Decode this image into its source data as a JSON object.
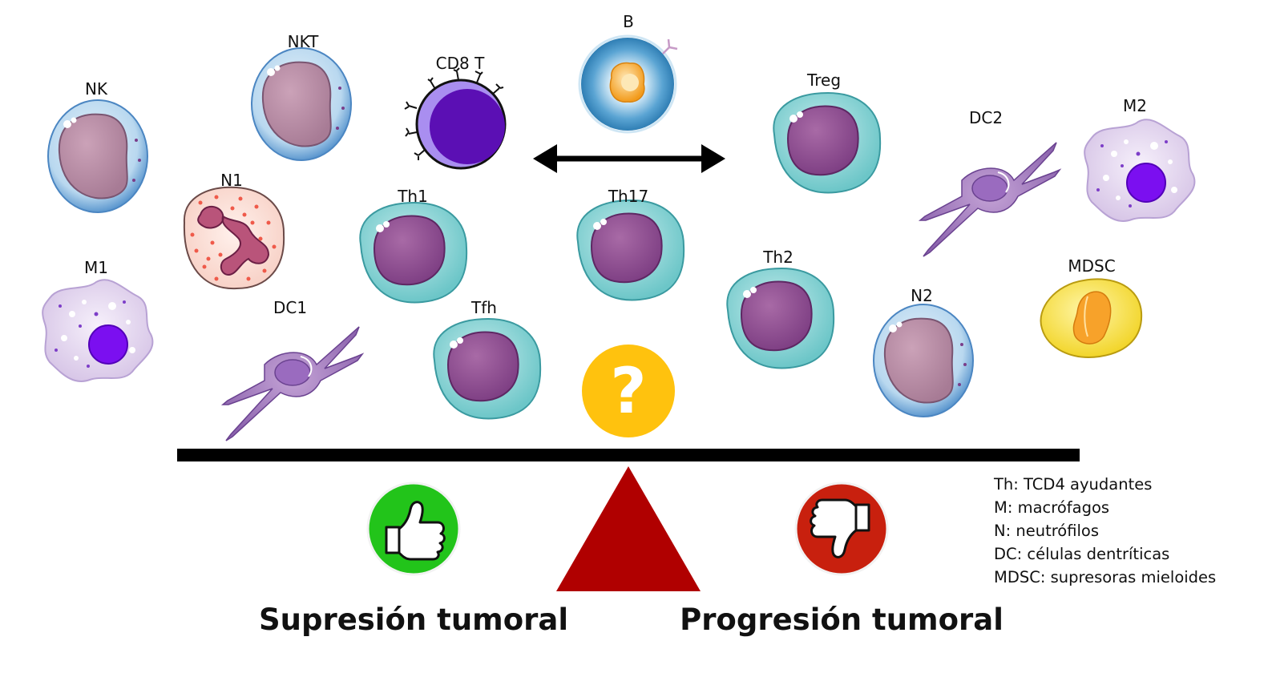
{
  "cells": {
    "nk": "NK",
    "nkt": "NKT",
    "cd8t": "CD8 T",
    "b": "B",
    "treg": "Treg",
    "dc2": "DC2",
    "m2": "M2",
    "n1": "N1",
    "th1": "Th1",
    "th17": "Th17",
    "th2": "Th2",
    "m1": "M1",
    "dc1": "DC1",
    "tfh": "Tfh",
    "n2": "N2",
    "mdsc": "MDSC"
  },
  "question_mark": "?",
  "legend": [
    "Th: TCD4 ayudantes",
    "M: macrófagos",
    "N: neutrófilos",
    "DC: células dentríticas",
    "MDSC: supresoras mieloides"
  ],
  "outcomes": {
    "left": "Supresión tumoral",
    "right": "Progresión tumoral"
  },
  "colors": {
    "beam": "#000000",
    "fulcrum": "#b00000",
    "thumbs_up_bg": "#22c41a",
    "thumbs_down_bg": "#c8200e",
    "question_bg": "#ffc20e"
  }
}
